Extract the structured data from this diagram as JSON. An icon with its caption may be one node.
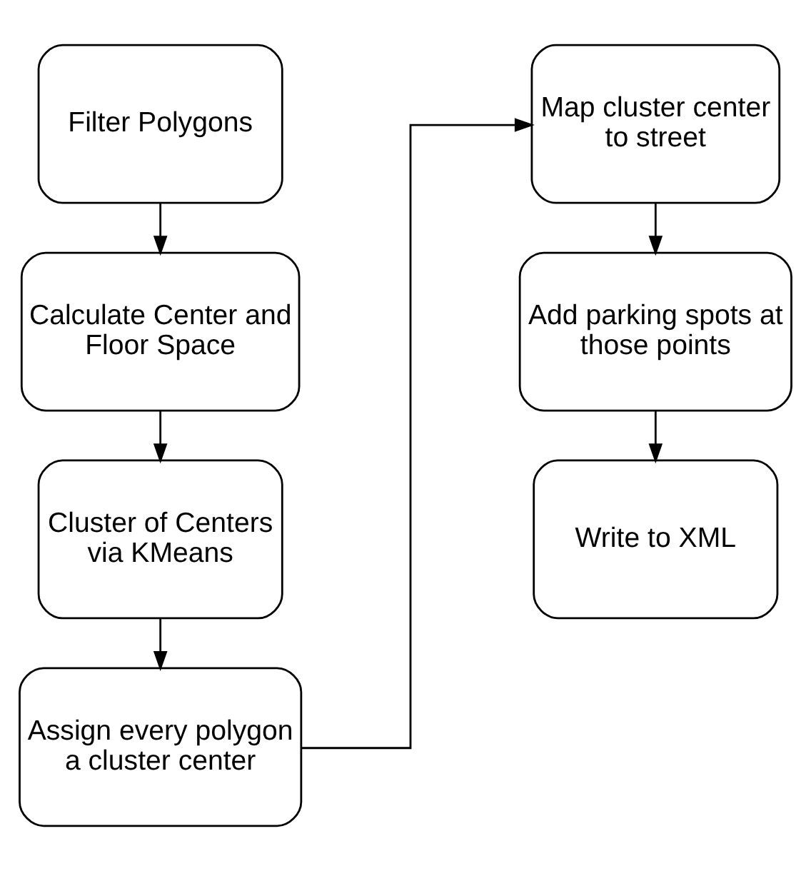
{
  "diagram": {
    "nodes": [
      {
        "text": [
          "Filter Polygons"
        ]
      },
      {
        "text": [
          "Calculate Center and Floor Space"
        ]
      },
      {
        "text": [
          "Cluster of Centers via KMeans"
        ]
      },
      {
        "text": [
          "Assign every polygon a cluster center"
        ]
      },
      {
        "text": [
          "Map cluster center to street"
        ]
      },
      {
        "text": [
          "Add parking spots at those points"
        ]
      },
      {
        "text": [
          "Write to XML"
        ]
      }
    ],
    "edges": [
      {
        "from": 0,
        "to": 1,
        "arrow": "to"
      },
      {
        "from": 1,
        "to": 2,
        "arrow": "to"
      },
      {
        "from": 2,
        "to": 3,
        "arrow": "to"
      },
      {
        "from": 3,
        "to": 4,
        "arrow": "to"
      },
      {
        "from": 4,
        "to": 5,
        "arrow": "to"
      },
      {
        "from": 5,
        "to": 6,
        "arrow": "to"
      }
    ]
  }
}
